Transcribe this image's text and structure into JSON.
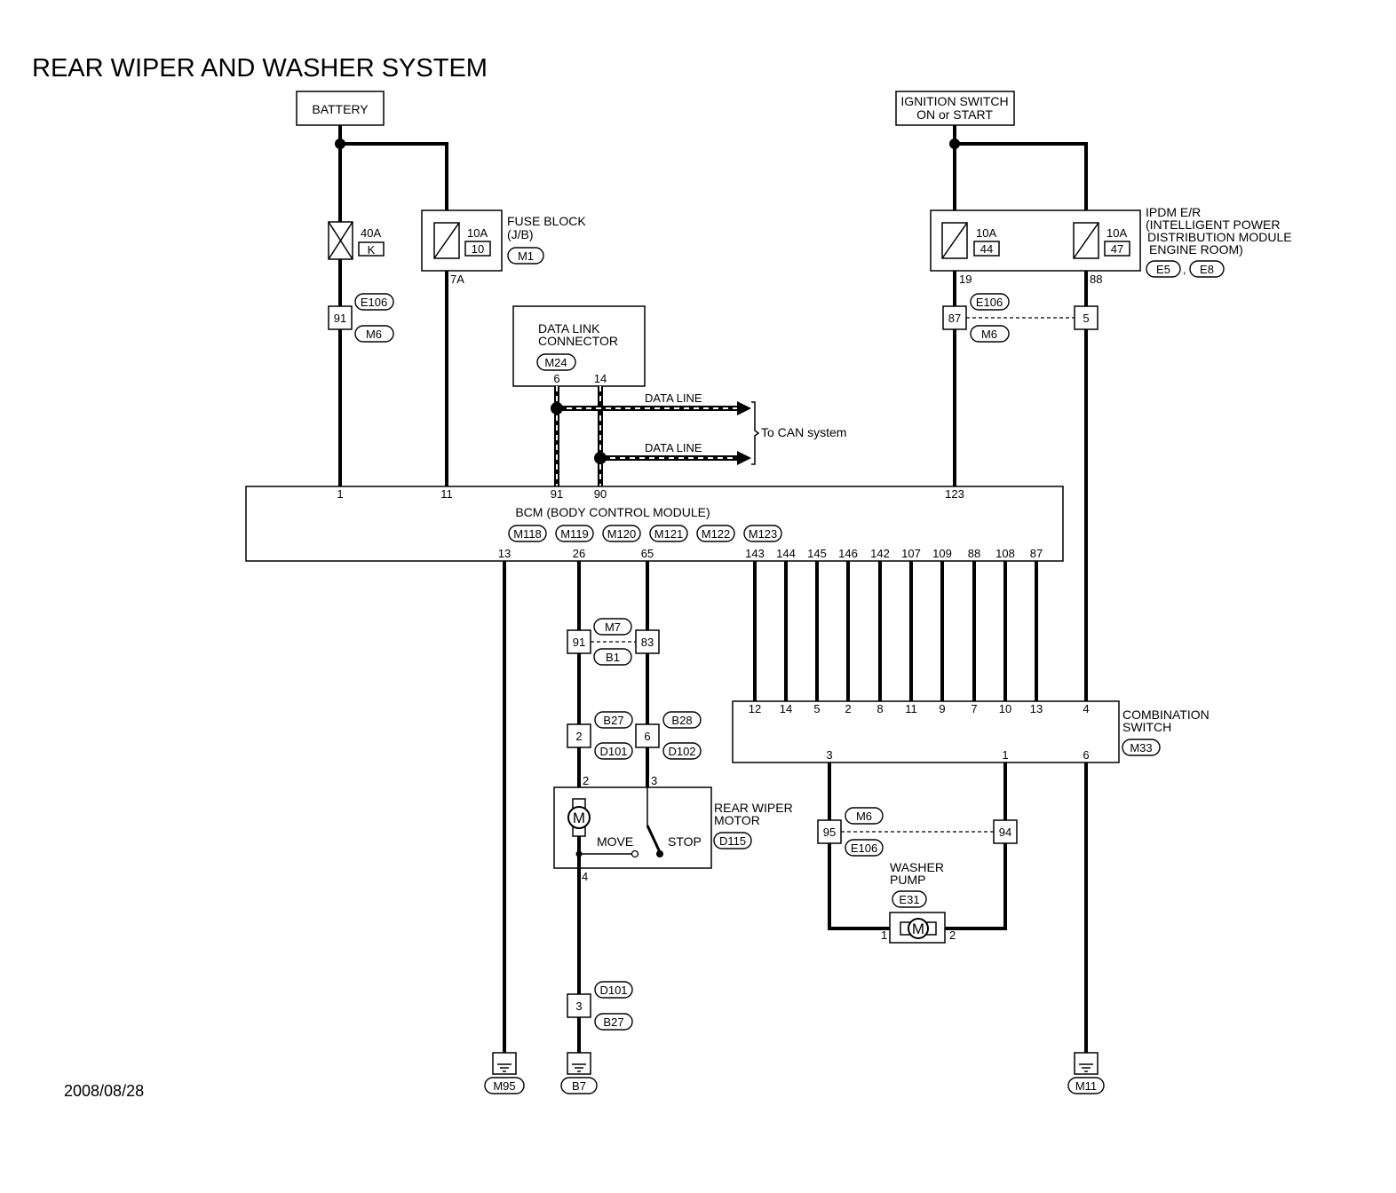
{
  "title": "REAR WIPER AND WASHER SYSTEM",
  "date": "2008/08/28",
  "battery": "BATTERY",
  "ignition": {
    "line1": "IGNITION SWITCH",
    "line2": "ON or START"
  },
  "fuse_40a": {
    "rating": "40A",
    "id": "K"
  },
  "fuse_block": {
    "rating": "10A",
    "num": "10",
    "name_line1": "FUSE BLOCK",
    "name_line2": "(J/B)",
    "connector": "M1",
    "out_pin": "7A"
  },
  "ipdm": {
    "name_line1": "IPDM E/R",
    "name_line2": "(INTELLIGENT POWER",
    "name_line3": "DISTRIBUTION MODULE",
    "name_line4": "ENGINE ROOM)",
    "conn1": "E5",
    "conn2": "E8",
    "sep": ",",
    "fuse1": {
      "rating": "10A",
      "num": "44",
      "out_pin": "19"
    },
    "fuse2": {
      "rating": "10A",
      "num": "47",
      "out_pin": "88"
    }
  },
  "left_joint": {
    "pin": "91",
    "conn_top": "E106",
    "conn_bot": "M6"
  },
  "right_joint": {
    "pin_a": "87",
    "pin_b": "5",
    "conn_top": "E106",
    "conn_bot": "M6"
  },
  "dlc": {
    "name_line1": "DATA LINK",
    "name_line2": "CONNECTOR",
    "connector": "M24",
    "pin_a": "6",
    "pin_b": "14"
  },
  "data_lines": {
    "label1": "DATA LINE",
    "label2": "DATA LINE",
    "to": "To CAN system"
  },
  "bcm": {
    "name": "BCM (BODY CONTROL MODULE)",
    "connectors": [
      "M118",
      "M119",
      "M120",
      "M121",
      "M122",
      "M123"
    ],
    "top_pins": [
      "1",
      "11",
      "91",
      "90",
      "123"
    ],
    "bottom_pins": [
      "13",
      "26",
      "65",
      "143",
      "144",
      "145",
      "146",
      "142",
      "107",
      "109",
      "88",
      "108",
      "87"
    ]
  },
  "mid_joint": {
    "pin_a": "91",
    "pin_b": "83",
    "conn_top": "M7",
    "conn_bot": "B1"
  },
  "d_joint_a": {
    "pin": "2",
    "conn_top": "B27",
    "conn_bot": "D101"
  },
  "d_joint_b": {
    "pin": "6",
    "conn_top": "B28",
    "conn_bot": "D102"
  },
  "wiper_motor": {
    "name_line1": "REAR WIPER",
    "name_line2": "MOTOR",
    "connector": "D115",
    "pin_a": "2",
    "pin_b": "3",
    "pin_c": "4",
    "move": "MOVE",
    "stop": "STOP",
    "motor_symbol": "M"
  },
  "ground_joint": {
    "pin": "3",
    "conn_top": "D101",
    "conn_bot": "B27"
  },
  "combo_switch": {
    "name_line1": "COMBINATION",
    "name_line2": "SWITCH",
    "connector": "M33",
    "top_pins": [
      "12",
      "14",
      "5",
      "2",
      "8",
      "11",
      "9",
      "7",
      "10",
      "13",
      "4"
    ],
    "bottom_pins": [
      "3",
      "1",
      "6"
    ]
  },
  "washer_joint": {
    "pin_a": "95",
    "pin_b": "94",
    "conn_top": "M6",
    "conn_bot": "E106"
  },
  "washer_pump": {
    "name_line1": "WASHER",
    "name_line2": "PUMP",
    "connector": "E31",
    "pin_a": "1",
    "pin_b": "2",
    "motor_symbol": "M"
  },
  "grounds": [
    "M95",
    "B7",
    "M11"
  ]
}
